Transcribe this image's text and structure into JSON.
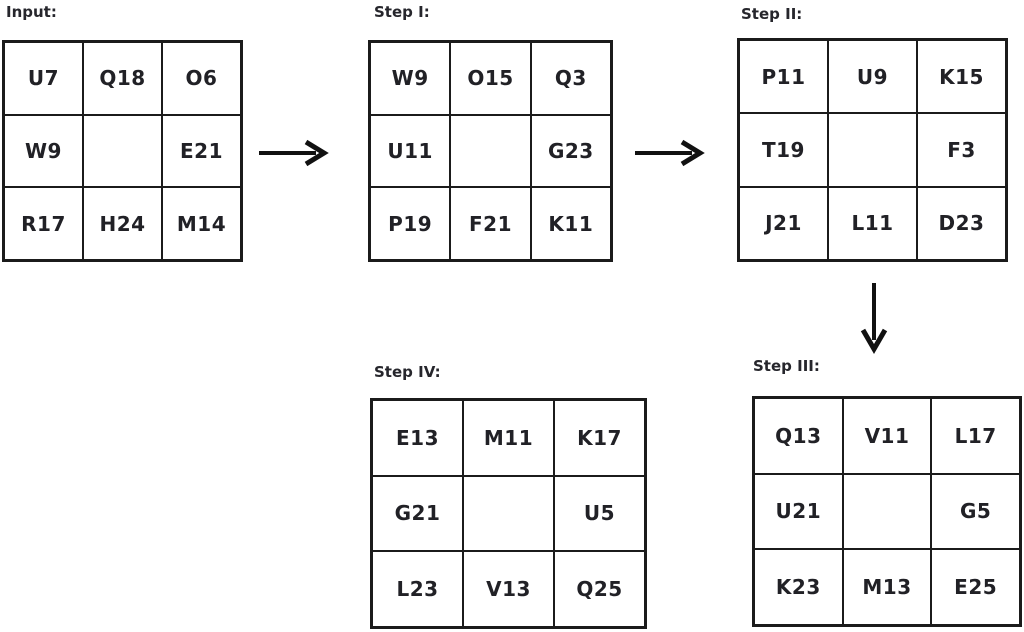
{
  "diagram": {
    "background_color": "#ffffff",
    "border_color": "#1b1b1b",
    "text_color": "#212126",
    "grids": [
      {
        "id": "input",
        "title": "Input:",
        "rows": [
          [
            "U7",
            "Q18",
            "O6"
          ],
          [
            "W9",
            "",
            "E21"
          ],
          [
            "R17",
            "H24",
            "M14"
          ]
        ]
      },
      {
        "id": "step1",
        "title": "Step I:",
        "rows": [
          [
            "W9",
            "O15",
            "Q3"
          ],
          [
            "U11",
            "",
            "G23"
          ],
          [
            "P19",
            "F21",
            "K11"
          ]
        ]
      },
      {
        "id": "step2",
        "title": "Step II:",
        "rows": [
          [
            "P11",
            "U9",
            "K15"
          ],
          [
            "T19",
            "",
            "F3"
          ],
          [
            "J21",
            "L11",
            "D23"
          ]
        ]
      },
      {
        "id": "step3",
        "title": "Step III:",
        "rows": [
          [
            "Q13",
            "V11",
            "L17"
          ],
          [
            "U21",
            "",
            "G5"
          ],
          [
            "K23",
            "M13",
            "E25"
          ]
        ]
      },
      {
        "id": "step4",
        "title": "Step IV:",
        "rows": [
          [
            "E13",
            "M11",
            "K17"
          ],
          [
            "G21",
            "",
            "U5"
          ],
          [
            "L23",
            "V13",
            "Q25"
          ]
        ]
      }
    ],
    "arrows": [
      {
        "name": "arrow-right-icon",
        "from": "Input",
        "to": "Step I"
      },
      {
        "name": "arrow-right-icon",
        "from": "Step I",
        "to": "Step II"
      },
      {
        "name": "arrow-down-icon",
        "from": "Step II",
        "to": "Step III"
      }
    ]
  }
}
